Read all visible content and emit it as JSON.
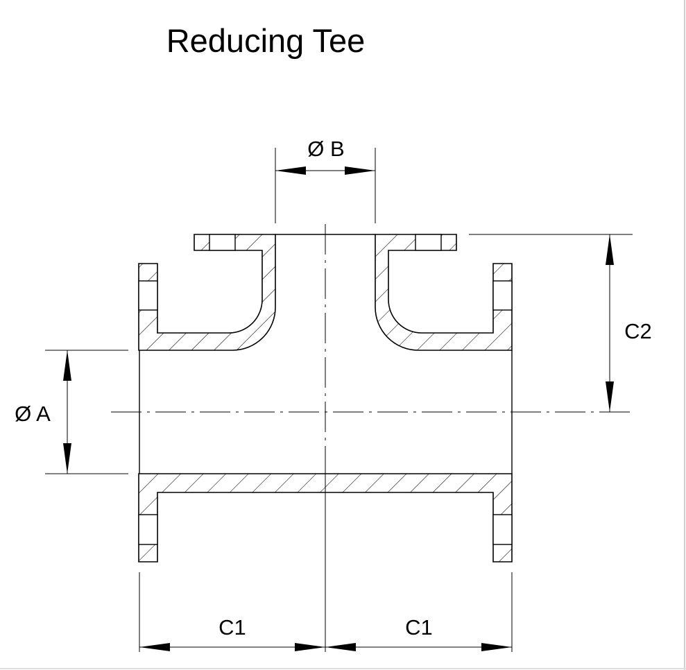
{
  "title": "Reducing Tee",
  "dimensions": {
    "dia_a": "Ø A",
    "dia_b": "Ø B",
    "c2": "C2",
    "c1_left": "C1",
    "c1_right": "C1"
  }
}
